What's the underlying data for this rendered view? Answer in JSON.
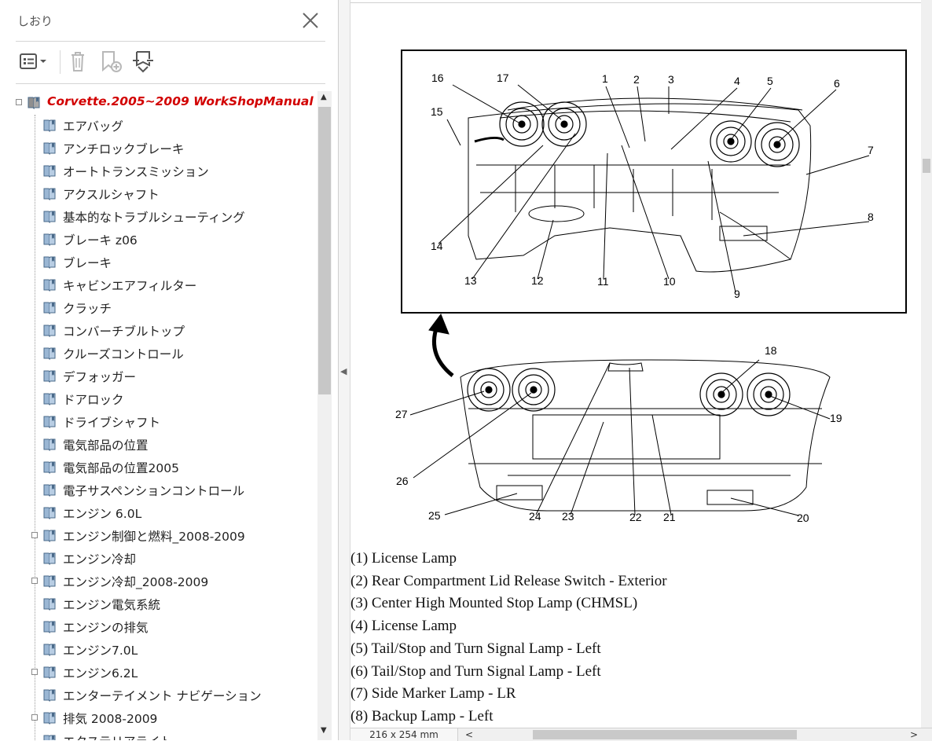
{
  "sidebar": {
    "title": "しおり",
    "bookmarks": [
      {
        "label": "Corvette.2005~2009 WorkShopManual",
        "root": true,
        "expandable": true
      },
      {
        "label": "エアバッグ"
      },
      {
        "label": "アンチロックブレーキ"
      },
      {
        "label": "オートトランスミッション"
      },
      {
        "label": "アクスルシャフト"
      },
      {
        "label": "基本的なトラブルシューティング"
      },
      {
        "label": "ブレーキ z06"
      },
      {
        "label": "ブレーキ"
      },
      {
        "label": "キャビンエアフィルター"
      },
      {
        "label": "クラッチ"
      },
      {
        "label": "コンバーチブルトップ"
      },
      {
        "label": "クルーズコントロール"
      },
      {
        "label": "デフォッガー"
      },
      {
        "label": "ドアロック"
      },
      {
        "label": "ドライブシャフト"
      },
      {
        "label": "電気部品の位置"
      },
      {
        "label": "電気部品の位置2005"
      },
      {
        "label": "電子サスペンションコントロール"
      },
      {
        "label": "エンジン 6.0L"
      },
      {
        "label": "エンジン制御と燃料_2008-2009",
        "expandable": true
      },
      {
        "label": "エンジン冷却"
      },
      {
        "label": "エンジン冷却_2008-2009",
        "expandable": true
      },
      {
        "label": "エンジン電気系統"
      },
      {
        "label": "エンジンの排気"
      },
      {
        "label": "エンジン7.0L"
      },
      {
        "label": "エンジン6.2L",
        "expandable": true
      },
      {
        "label": "エンターテイメント ナビゲーション"
      },
      {
        "label": "排気 2008-2009",
        "expandable": true
      },
      {
        "label": "エクステリアライト"
      }
    ]
  },
  "figure": {
    "callouts_top": [
      "16",
      "17",
      "1",
      "2",
      "3",
      "4",
      "5",
      "6",
      "15",
      "7",
      "8",
      "14",
      "13",
      "12",
      "11",
      "10",
      "9"
    ],
    "callouts_bottom": [
      "18",
      "27",
      "19",
      "26",
      "25",
      "24",
      "23",
      "22",
      "21",
      "20"
    ]
  },
  "legend": [
    "(1)  License Lamp",
    "(2)  Rear Compartment Lid Release Switch - Exterior",
    "(3)  Center High Mounted Stop Lamp (CHMSL)",
    "(4)  License Lamp",
    "(5)  Tail/Stop and Turn Signal Lamp - Left",
    "(6)  Tail/Stop and Turn Signal Lamp - Left",
    "(7)  Side Marker Lamp - LR",
    "(8)  Backup Lamp - Left"
  ],
  "status": {
    "page_size": "216 x 254 mm"
  }
}
